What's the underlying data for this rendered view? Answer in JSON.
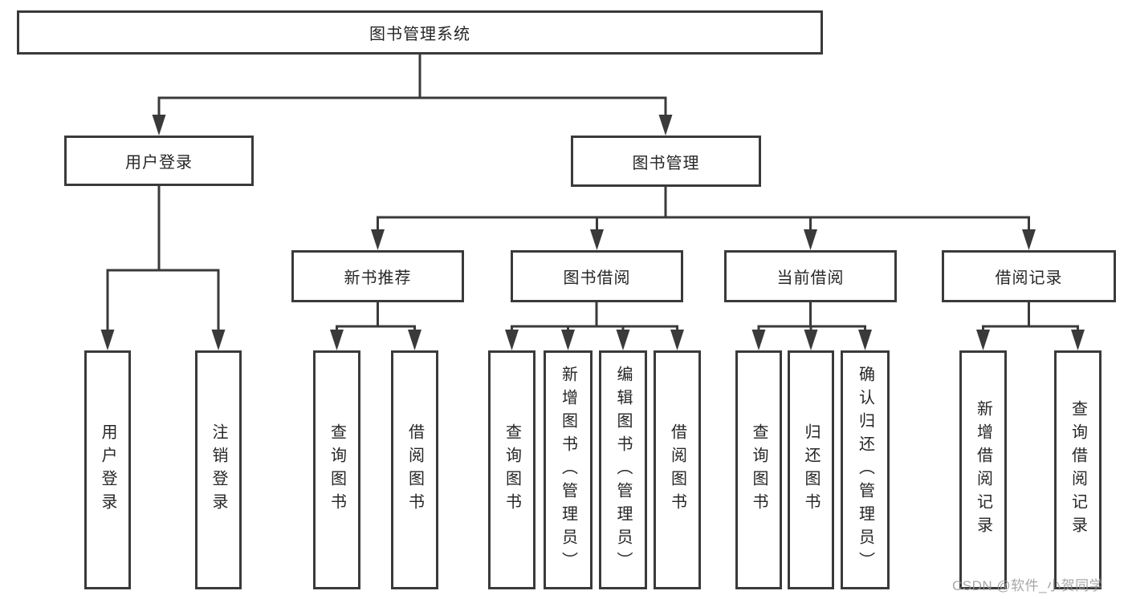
{
  "root": {
    "label": "图书管理系统"
  },
  "level2": [
    {
      "label": "用户登录"
    },
    {
      "label": "图书管理"
    }
  ],
  "level3": [
    {
      "label": "新书推荐"
    },
    {
      "label": "图书借阅"
    },
    {
      "label": "当前借阅"
    },
    {
      "label": "借阅记录"
    }
  ],
  "level4": {
    "user_login_children": [
      {
        "label": "用户登录"
      },
      {
        "label": "注销登录"
      }
    ],
    "new_book_children": [
      {
        "label": "查询图书"
      },
      {
        "label": "借阅图书"
      }
    ],
    "book_borrow_children": [
      {
        "label": "查询图书"
      },
      {
        "label": "新增图书（管理员）"
      },
      {
        "label": "编辑图书（管理员）"
      },
      {
        "label": "借阅图书"
      }
    ],
    "current_borrow_children": [
      {
        "label": "查询图书"
      },
      {
        "label": "归还图书"
      },
      {
        "label": "确认归还（管理员）"
      }
    ],
    "borrow_record_children": [
      {
        "label": "新增借阅记录"
      },
      {
        "label": "查询借阅记录"
      }
    ]
  },
  "watermark": {
    "text": "CSDN @软件_小贺同学"
  },
  "colors": {
    "line": "#3a3a3a",
    "box_border": "#3a3a3a",
    "text": "#262626",
    "watermark": "#989898",
    "background": "#ffffff"
  }
}
